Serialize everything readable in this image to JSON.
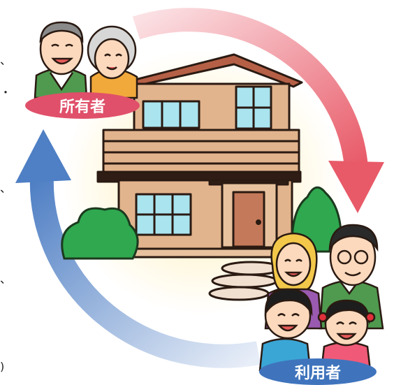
{
  "labels": {
    "owner": "所有者",
    "user": "利用者"
  },
  "edge_marks": [
    "、",
    "・",
    "、",
    "、",
    ")"
  ],
  "colors": {
    "arrow_red": "#e85a68",
    "arrow_blue": "#4f7fc4",
    "owner_badge": "#e0506a",
    "user_badge": "#3f74bd",
    "house_wall": "#e2b48d",
    "door": "#c47a5a",
    "window": "#a9e4ef",
    "bush": "#2fa84f"
  },
  "icons": [
    "house-illustration",
    "elderly-couple-illustration",
    "family-illustration",
    "cycle-arrow-red",
    "cycle-arrow-blue"
  ]
}
